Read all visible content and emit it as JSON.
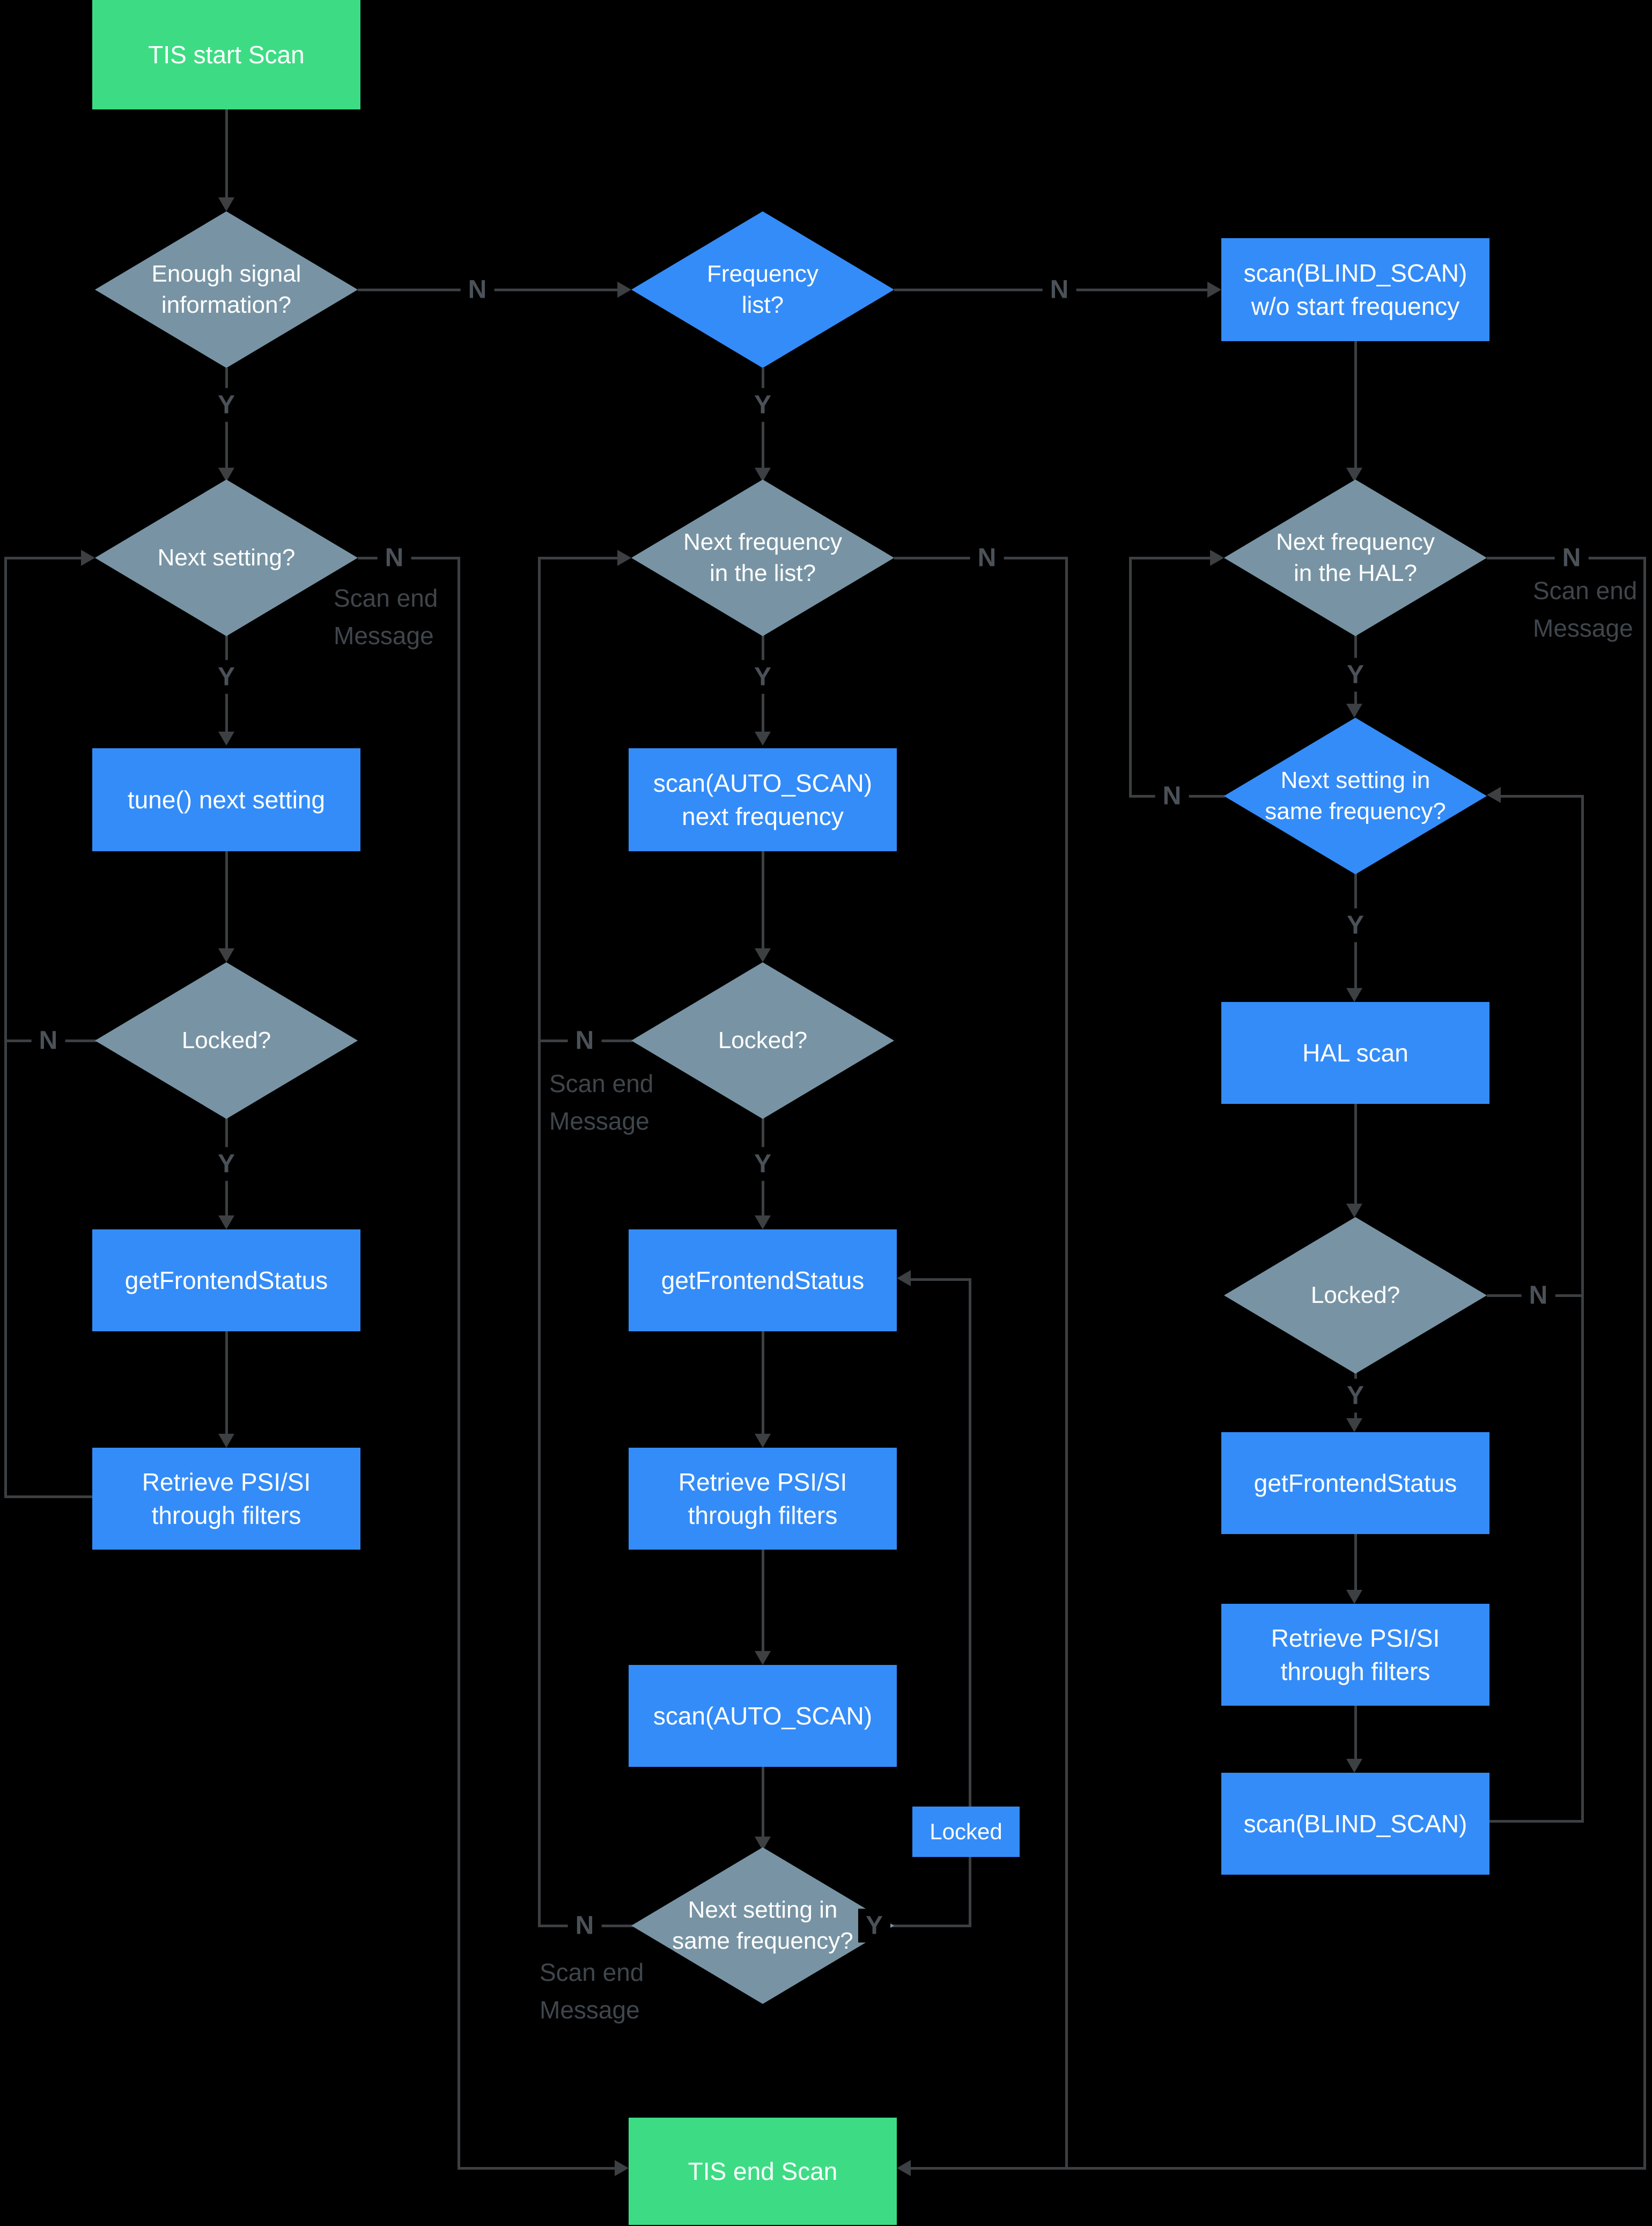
{
  "colors": {
    "background": "#000000",
    "process_blue": "#348CF8",
    "decision_slate": "#7894A4",
    "terminal_green": "#3DDC84",
    "edge_gray": "#3C4043",
    "label_gray": "#4B5158",
    "message_gray": "#3F464C"
  },
  "nodes": {
    "start": "TIS start Scan",
    "enough_signal": "Enough signal\ninformation?",
    "frequency_list": "Frequency\nlist?",
    "blind_scan_wo": "scan(BLIND_SCAN)\nw/o start frequency",
    "next_setting": "Next setting?",
    "next_freq_list": "Next frequency\nin the list?",
    "next_freq_hal": "Next frequency\nin the HAL?",
    "tune_next": "tune() next setting",
    "auto_scan_next": "scan(AUTO_SCAN)\nnext frequency",
    "next_setting_same_hal": "Next setting in\nsame frequency?",
    "locked_1": "Locked?",
    "locked_2": "Locked?",
    "hal_scan": "HAL scan",
    "get_frontend_status_1": "getFrontendStatus",
    "get_frontend_status_2": "getFrontendStatus",
    "get_frontend_status_3": "getFrontendStatus",
    "locked_3": "Locked?",
    "retrieve_psi_1": "Retrieve PSI/SI\nthrough filters",
    "retrieve_psi_2": "Retrieve PSI/SI\nthrough filters",
    "retrieve_psi_3": "Retrieve PSI/SI\nthrough filters",
    "auto_scan_2": "scan(AUTO_SCAN)",
    "locked_tag": "Locked",
    "next_setting_same_2": "Next setting in\nsame frequency?",
    "blind_scan_2": "scan(BLIND_SCAN)",
    "end": "TIS end Scan"
  },
  "edge_labels": {
    "yes": "Y",
    "no": "N",
    "scan_end_message": "Scan end\nMessage"
  }
}
